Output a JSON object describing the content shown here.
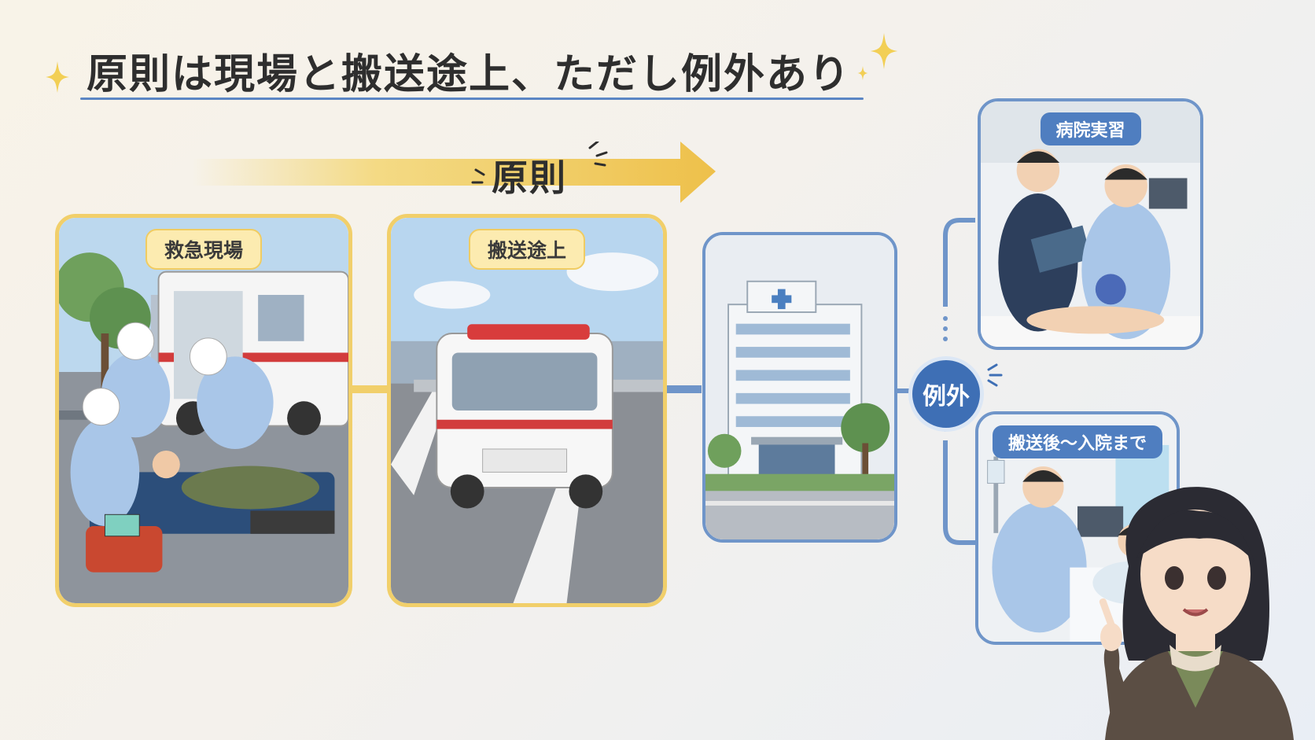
{
  "title": "原則は現場と搬送途上、ただし例外あり",
  "principle_label": "原則",
  "panels": {
    "scene": {
      "label": "救急現場",
      "icon": "emergency-scene-illustration"
    },
    "transport": {
      "label": "搬送途上",
      "icon": "ambulance-on-road-illustration"
    },
    "hospital": {
      "icon": "hospital-building-illustration"
    },
    "hospital_training": {
      "label": "病院実習",
      "icon": "hospital-training-illustration"
    },
    "after_transport": {
      "label": "搬送後～入院まで",
      "icon": "hospital-bed-illustration"
    }
  },
  "exception_label": "例外",
  "colors": {
    "accent_gold": "#f1cf6a",
    "accent_blue": "#4f7ec0",
    "title_text": "#2e2e2e"
  },
  "character": {
    "icon": "pointing-woman-illustration"
  }
}
